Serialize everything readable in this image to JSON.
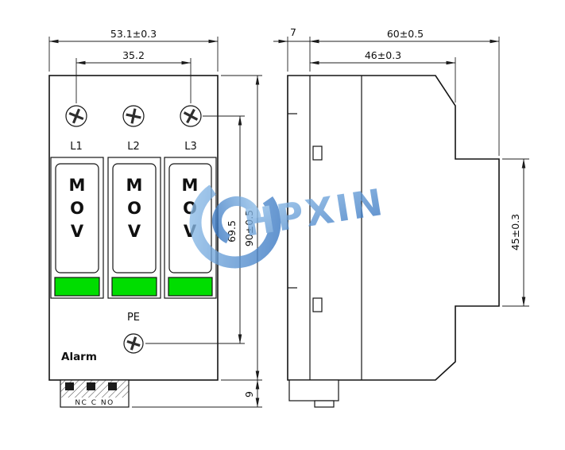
{
  "watermark": {
    "text": "HPXIN",
    "color_light": "#96c4ec",
    "color_dark": "#2e6fbe"
  },
  "colors": {
    "module_green": "#00dd00"
  },
  "front_view": {
    "dims": {
      "width": "53.1±0.3",
      "screw_span": "35.2",
      "screw_to_pe": "69.5",
      "height": "90±0.5",
      "terminal_depth": "9"
    },
    "terminals": [
      "L1",
      "L2",
      "L3"
    ],
    "module_letters": [
      "M",
      "O",
      "V"
    ],
    "pe_label": "PE",
    "alarm_label": "Alarm",
    "contact_labels": "NC C NO"
  },
  "side_view": {
    "dims": {
      "rail_offset": "7",
      "depth": "60±0.5",
      "body_depth": "46±0.3",
      "module_height": "45±0.3"
    }
  }
}
